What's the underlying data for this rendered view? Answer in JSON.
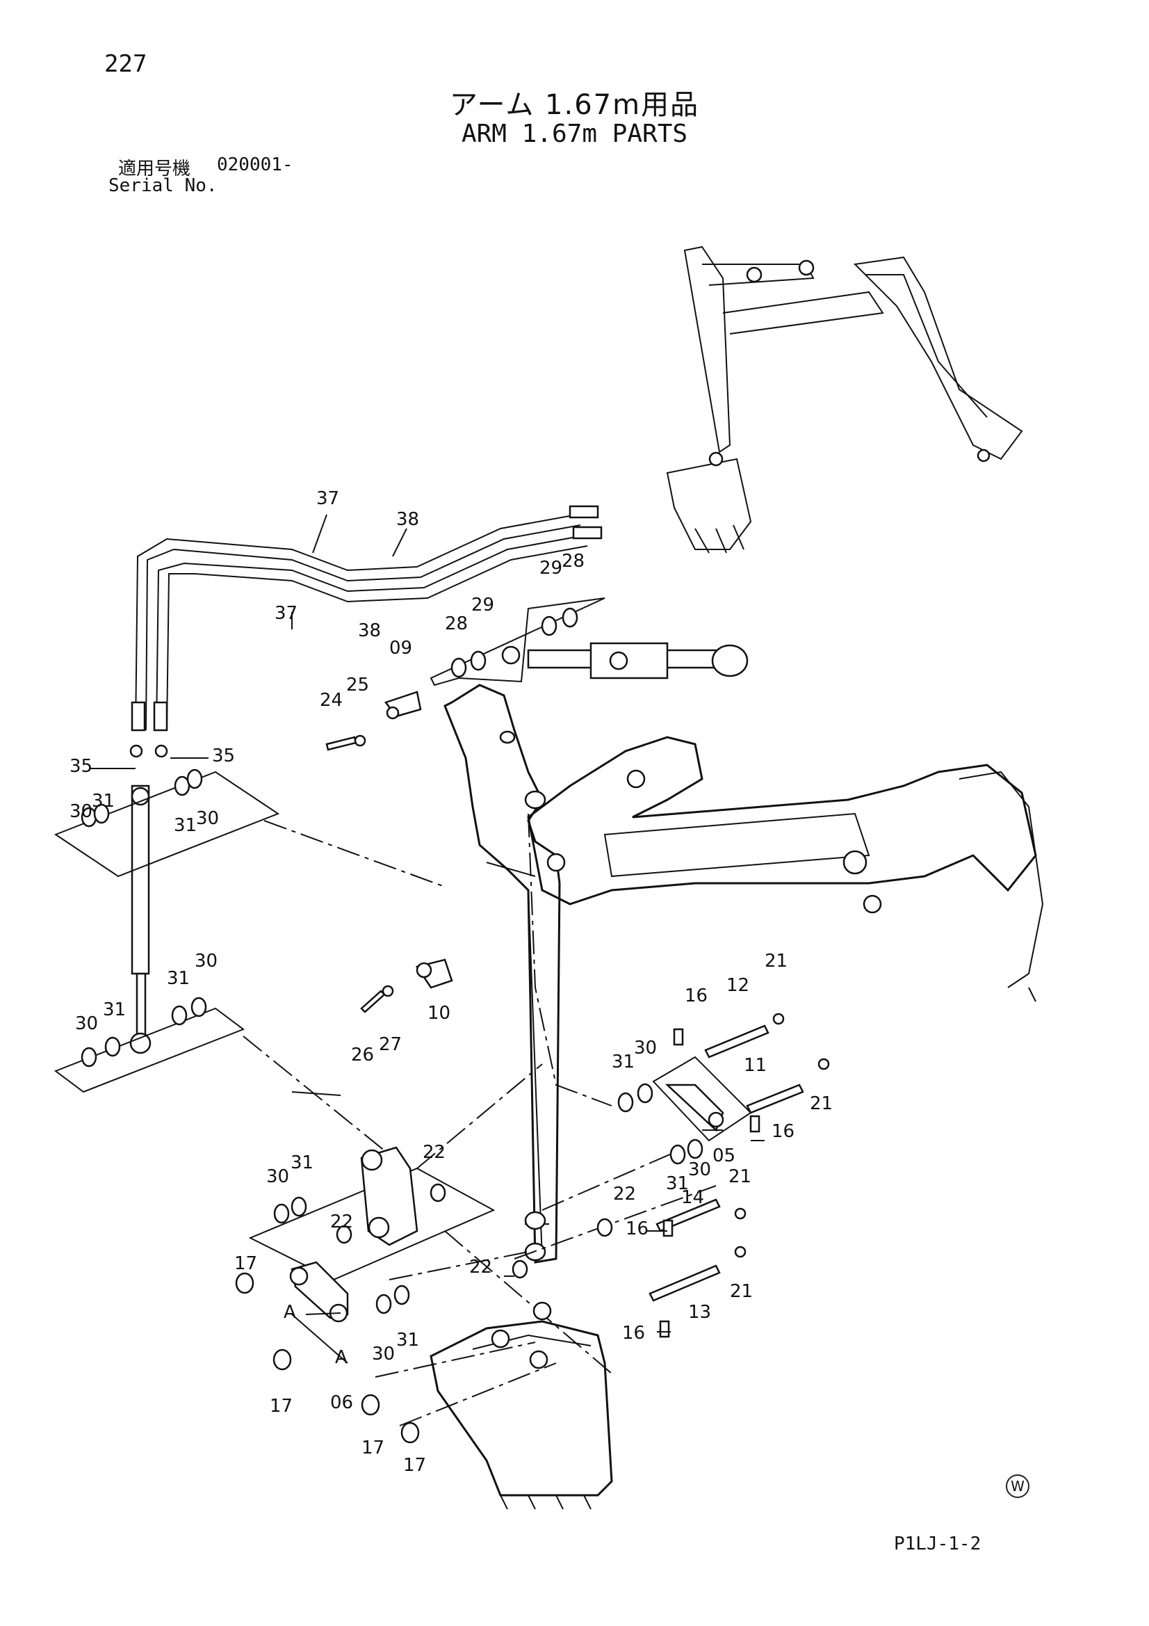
{
  "page_number": "227",
  "title_jp": "アーム 1.67m用品",
  "title_en": "ARM 1.67m PARTS",
  "serial": {
    "label_jp": "適用号機",
    "value": "020001-",
    "label_en": "Serial No."
  },
  "footer_code": "P1LJ-1-2",
  "w_mark": "W",
  "labels": {
    "p37a": "37",
    "p37b": "37",
    "p38a": "38",
    "p38b": "38",
    "p28a": "28",
    "p28b": "28",
    "p29a": "29",
    "p29b": "29",
    "p09": "09",
    "p24": "24",
    "p25": "25",
    "p35a": "35",
    "p35b": "35",
    "p30a": "30",
    "p31a": "31",
    "p31b": "31",
    "p30b": "30",
    "p31c": "31",
    "p30c": "30",
    "p30d": "30",
    "p31d": "31",
    "p10": "10",
    "p26": "26",
    "p27": "27",
    "p21a": "21",
    "p16a": "16",
    "p12": "12",
    "p31e": "31",
    "p30e": "30",
    "p11": "11",
    "p21b": "21",
    "p16b": "16",
    "p05": "05",
    "p31f": "31",
    "p30f": "30",
    "p30g": "30",
    "p31g": "31",
    "p22a": "22",
    "p22b": "22",
    "p22c": "22",
    "p22d": "22",
    "p21c": "21",
    "p14": "14",
    "p16c": "16",
    "p21d": "21",
    "p13": "13",
    "p16d": "16",
    "p17a": "17",
    "pAa": "A",
    "pAb": "A",
    "p17b": "17",
    "p06": "06",
    "p30h": "30",
    "p31h": "31",
    "p17c": "17",
    "p17d": "17"
  }
}
